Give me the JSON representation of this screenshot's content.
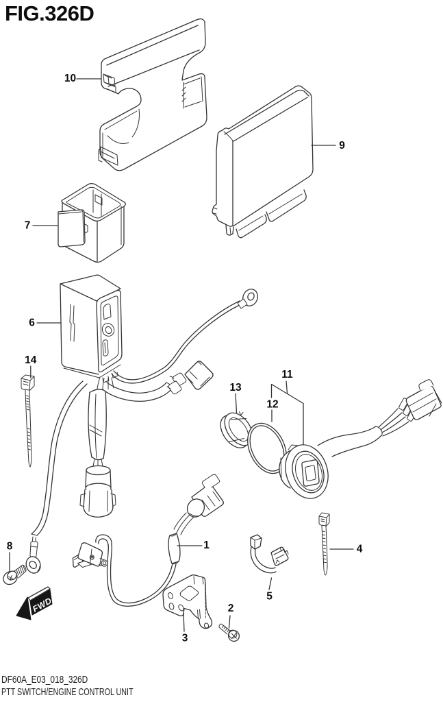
{
  "figure": {
    "title": "FIG.326D"
  },
  "footer": {
    "code": "DF60A_E03_018_326D",
    "caption": "PTT SWITCH/ENGINE CONTROL UNIT"
  },
  "fwd_marker": {
    "label": "FWD"
  },
  "colors": {
    "ink": "#333333",
    "label": "#0d0d0d",
    "background": "#ffffff"
  },
  "parts": [
    {
      "number": "1"
    },
    {
      "number": "2"
    },
    {
      "number": "3"
    },
    {
      "number": "4"
    },
    {
      "number": "5"
    },
    {
      "number": "6"
    },
    {
      "number": "7"
    },
    {
      "number": "8"
    },
    {
      "number": "9"
    },
    {
      "number": "10"
    },
    {
      "number": "11"
    },
    {
      "number": "12"
    },
    {
      "number": "13"
    },
    {
      "number": "14"
    }
  ]
}
